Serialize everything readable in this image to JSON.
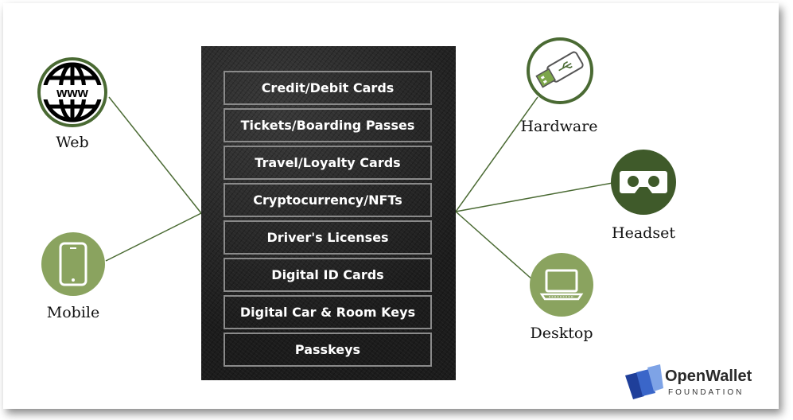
{
  "wallet_items": [
    "Credit/Debit Cards",
    "Tickets/Boarding Passes",
    "Travel/Loyalty Cards",
    "Cryptocurrency/NFTs",
    "Driver's Licenses",
    "Digital ID Cards",
    "Digital Car & Room Keys",
    "Passkeys"
  ],
  "nodes": {
    "web": {
      "label": "Web",
      "icon": "globe-www-icon"
    },
    "mobile": {
      "label": "Mobile",
      "icon": "smartphone-icon"
    },
    "hardware": {
      "label": "Hardware",
      "icon": "usb-drive-icon"
    },
    "headset": {
      "label": "Headset",
      "icon": "vr-headset-icon"
    },
    "desktop": {
      "label": "Desktop",
      "icon": "laptop-icon"
    }
  },
  "logo": {
    "name": "OpenWallet",
    "subtitle": "FOUNDATION"
  },
  "colors": {
    "line_green": "#4a6a33",
    "light_green": "#8aa35f",
    "dark_green": "#3f5a2a",
    "wallet": "#232323",
    "logo_blue": "#1f3f9a"
  }
}
